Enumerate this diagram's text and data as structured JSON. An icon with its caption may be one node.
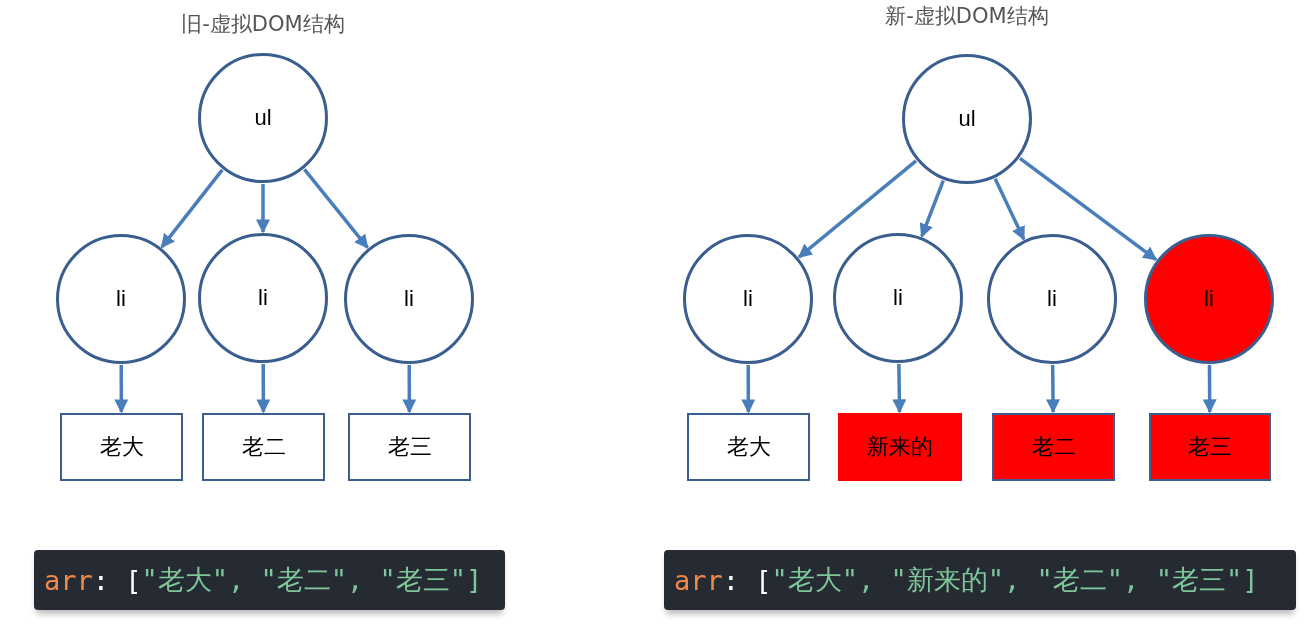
{
  "diagram": {
    "nodes": [
      {
        "text": [
          "ul"
        ]
      },
      {
        "text": [
          "li"
        ]
      },
      {
        "text": [
          "li"
        ]
      },
      {
        "text": [
          "li"
        ]
      },
      {
        "text": [
          "老大"
        ]
      },
      {
        "text": [
          "老二"
        ]
      },
      {
        "text": [
          "老三"
        ]
      },
      {
        "text": [
          "ul"
        ]
      },
      {
        "text": [
          "li"
        ]
      },
      {
        "text": [
          "li"
        ]
      },
      {
        "text": [
          "li"
        ]
      },
      {
        "text": [
          "li"
        ]
      },
      {
        "text": [
          "老大"
        ]
      },
      {
        "text": [
          "新来的"
        ]
      },
      {
        "text": [
          "老二"
        ]
      },
      {
        "text": [
          "老三"
        ]
      }
    ],
    "edges": [
      {
        "from": 0,
        "to": 1,
        "arrow": "to"
      },
      {
        "from": 0,
        "to": 2,
        "arrow": "to"
      },
      {
        "from": 0,
        "to": 3,
        "arrow": "to"
      },
      {
        "from": 1,
        "to": 4,
        "arrow": "to"
      },
      {
        "from": 2,
        "to": 5,
        "arrow": "to"
      },
      {
        "from": 3,
        "to": 6,
        "arrow": "to"
      },
      {
        "from": 7,
        "to": 8,
        "arrow": "to"
      },
      {
        "from": 7,
        "to": 9,
        "arrow": "to"
      },
      {
        "from": 7,
        "to": 10,
        "arrow": "to"
      },
      {
        "from": 7,
        "to": 11,
        "arrow": "to"
      },
      {
        "from": 8,
        "to": 12,
        "arrow": "to"
      },
      {
        "from": 9,
        "to": 13,
        "arrow": "to"
      },
      {
        "from": 10,
        "to": 14,
        "arrow": "to"
      },
      {
        "from": 11,
        "to": 15,
        "arrow": "to"
      }
    ],
    "labels": [
      "旧-虚拟DOM结构",
      "新-虚拟DOM结构",
      "arr: [\"老大\", \"老二\", \"老三\"]",
      "arr: [\"老大\", \"新来的\", \"老二\", \"老三\"]"
    ]
  }
}
